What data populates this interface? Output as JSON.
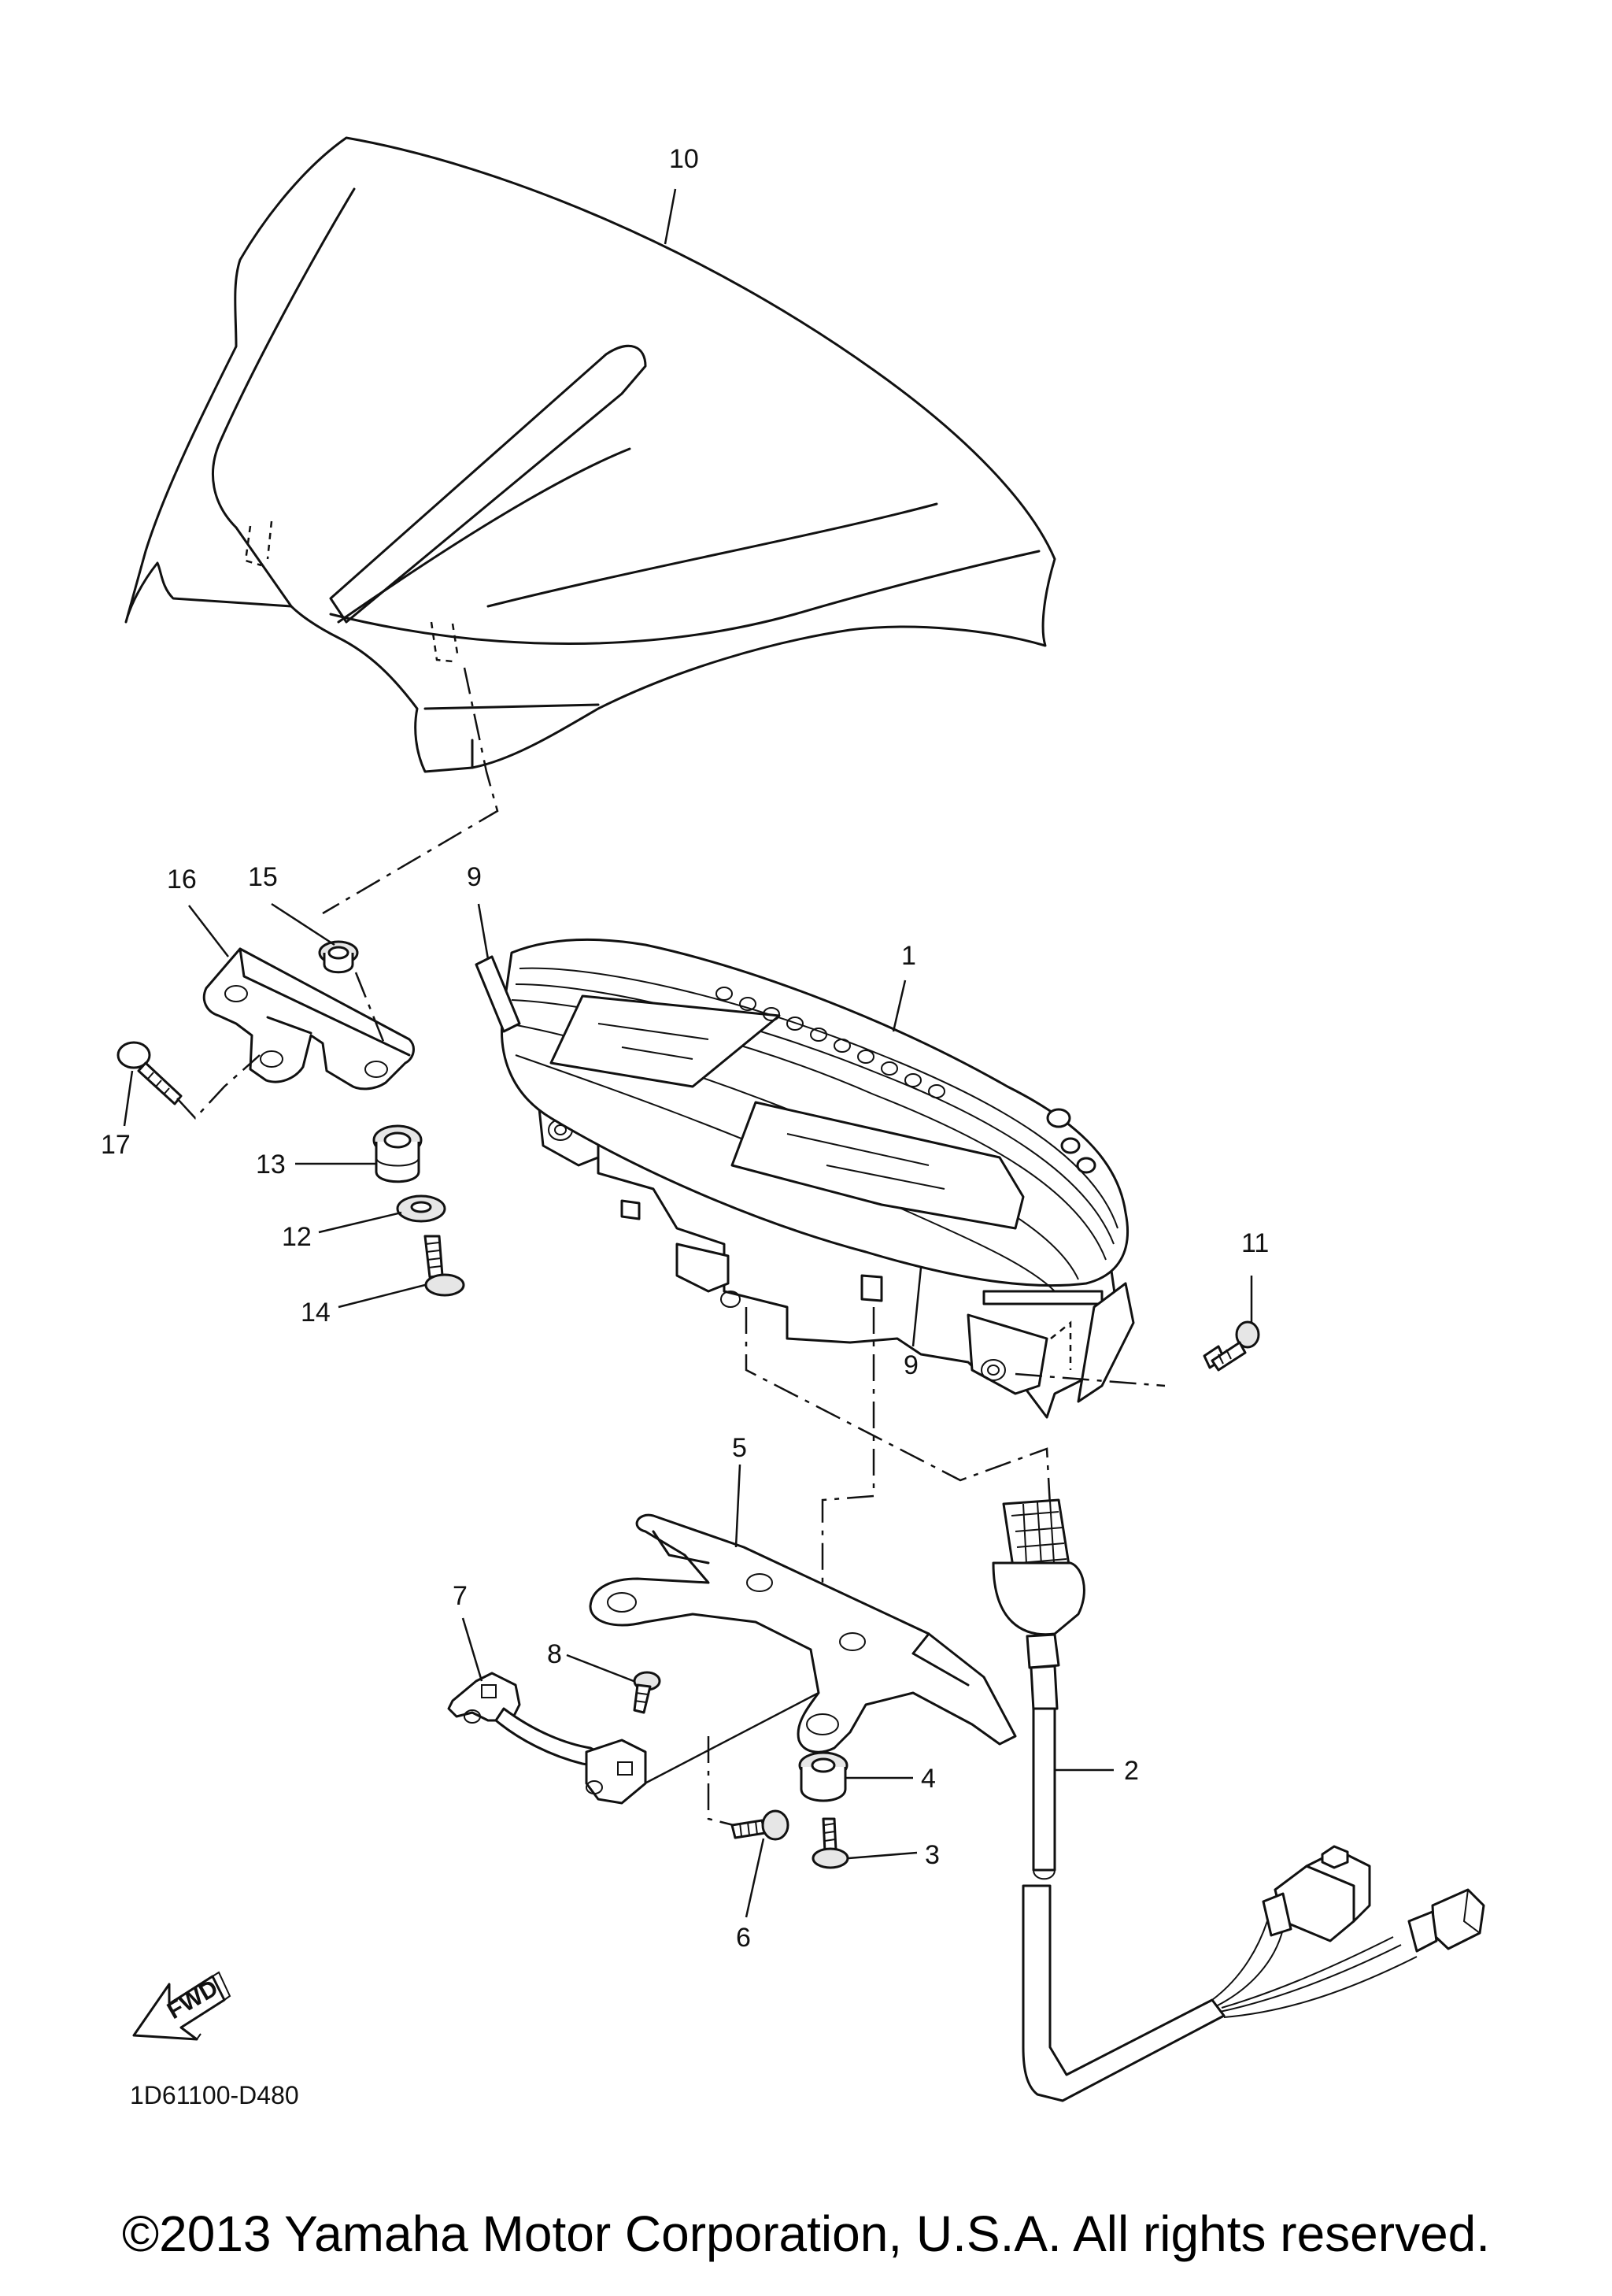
{
  "diagram": {
    "catalog_code": "1D61100-D480",
    "fwd_label": "FWD",
    "callouts": [
      {
        "id": "callout-1",
        "label": "1"
      },
      {
        "id": "callout-2",
        "label": "2"
      },
      {
        "id": "callout-3",
        "label": "3"
      },
      {
        "id": "callout-4",
        "label": "4"
      },
      {
        "id": "callout-5",
        "label": "5"
      },
      {
        "id": "callout-6",
        "label": "6"
      },
      {
        "id": "callout-7",
        "label": "7"
      },
      {
        "id": "callout-8",
        "label": "8"
      },
      {
        "id": "callout-9a",
        "label": "9"
      },
      {
        "id": "callout-9b",
        "label": "9"
      },
      {
        "id": "callout-10",
        "label": "10"
      },
      {
        "id": "callout-11",
        "label": "11"
      },
      {
        "id": "callout-12",
        "label": "12"
      },
      {
        "id": "callout-13",
        "label": "13"
      },
      {
        "id": "callout-14",
        "label": "14"
      },
      {
        "id": "callout-15",
        "label": "15"
      },
      {
        "id": "callout-16",
        "label": "16"
      },
      {
        "id": "callout-17",
        "label": "17"
      }
    ]
  },
  "footer": {
    "copyright": "©2013 Yamaha Motor Corporation, U.S.A. All rights reserved."
  }
}
